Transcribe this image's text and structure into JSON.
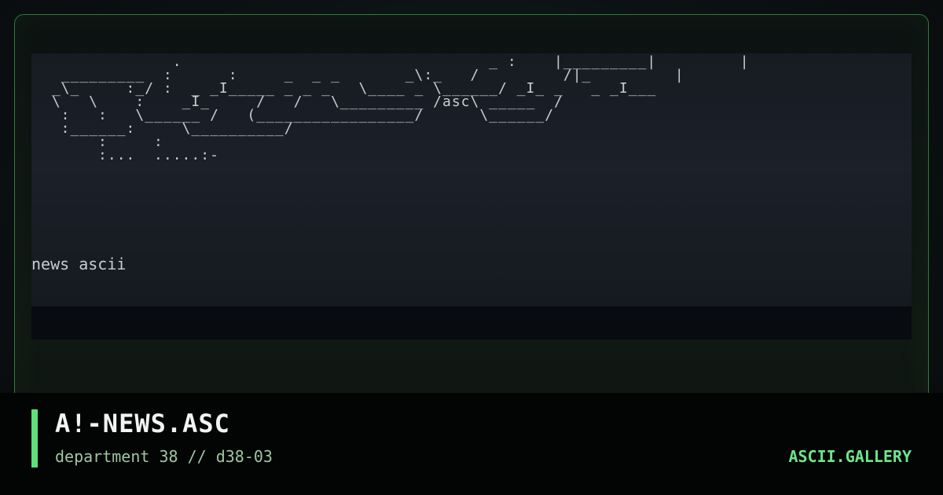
{
  "artwork": {
    "caption": "news ascii",
    "file_tag": "/asc",
    "ascii": "              .                                 _ :    |_________|         |\n  _________  :      :     _  _ _       _\\:_   /         /|_         |\n _\\_     :_/ :  _ _I_____ _ _ _   \\____ _ \\______/ _I_ _   _ _I___\n \\   \\    :    _I_     /   /   \\_________ /asc\\ _____  /\n  :   :   \\______ /   (_________________/      \\______/\n  :______:     \\__________/\n      :     :\n      :...  .....:-"
  },
  "footer": {
    "title": "A!-NEWS.ASC",
    "subtitle": "department 38 // d38-03",
    "brand": "ASCII.GALLERY"
  },
  "colors": {
    "accent": "#5ee07a",
    "brand": "#6ee58a",
    "frame_border": "#2f7a3a",
    "art_text": "#c9cdd2"
  }
}
